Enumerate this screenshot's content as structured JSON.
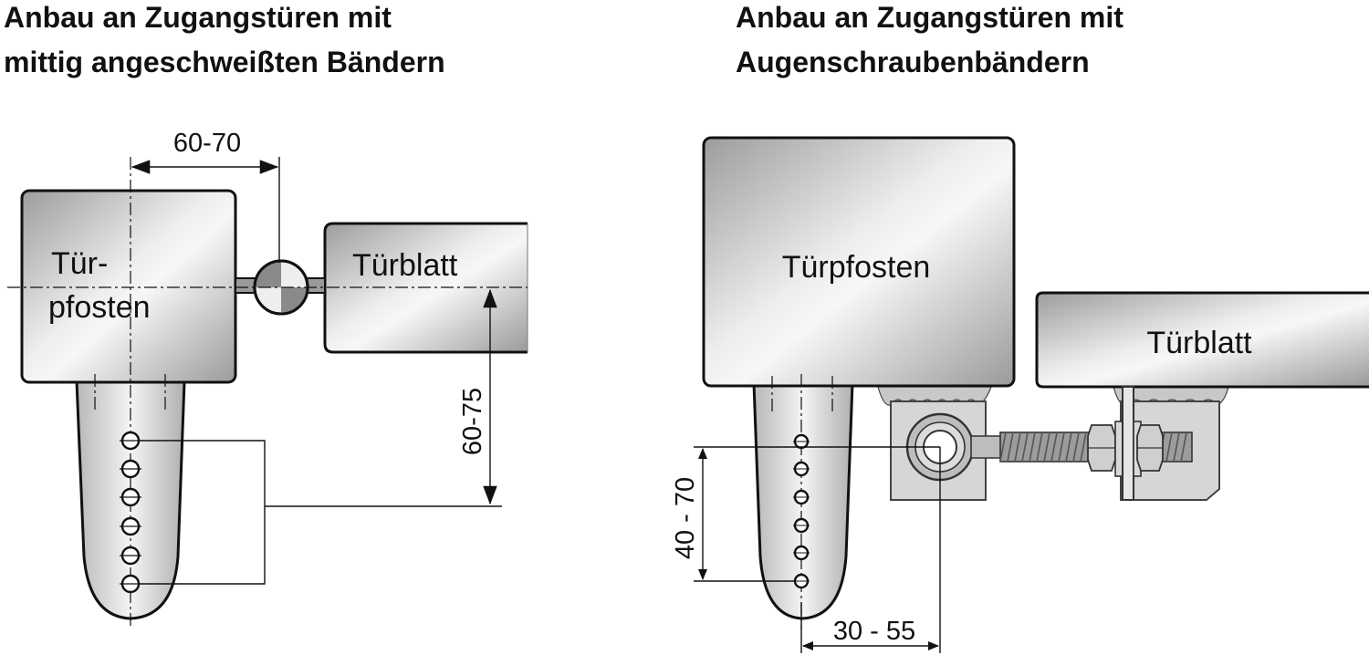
{
  "left_panel": {
    "title_line1": "Anbau an Zugangstüren mit",
    "title_line2": "mittig angeschweißten Bändern",
    "post_label_line1": "Tür-",
    "post_label_line2": "pfosten",
    "leaf_label": "Türblatt",
    "dim_horizontal": "60-70",
    "dim_vertical": "60-75"
  },
  "right_panel": {
    "title_line1": "Anbau an Zugangstüren mit",
    "title_line2": "Augenschraubenbändern",
    "post_label": "Türpfosten",
    "leaf_label": "Türblatt",
    "dim_vertical": "40 - 70",
    "dim_horizontal": "30 - 55"
  }
}
